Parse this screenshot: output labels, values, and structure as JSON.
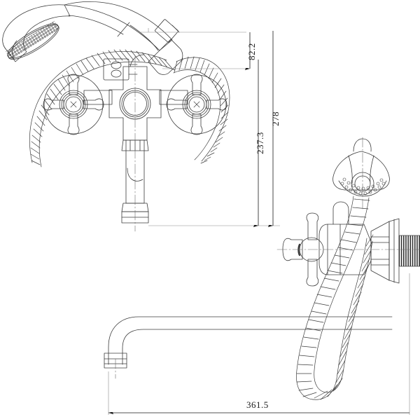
{
  "drawing": {
    "title": "Wall-mounted bath shower mixer tap technical drawing",
    "units": "mm",
    "background_color": "#ffffff",
    "line_color": "#3c3c3c",
    "dimension_color": "#1a1a1a",
    "views": [
      {
        "name": "front-elevation",
        "description": "Front view of bath mixer with two cross handles, diverter, shower handset and coiled hose"
      },
      {
        "name": "side-elevation",
        "description": "Side view of mixer body with wall flange, threaded nipple, cross handle and hose loop"
      }
    ]
  },
  "dimensions": {
    "height_shower_outlet": {
      "value": "82.2",
      "orientation": "vertical"
    },
    "height_body_to_outlet": {
      "value": "237.3",
      "orientation": "vertical"
    },
    "overall_height": {
      "value": "278",
      "orientation": "vertical"
    },
    "overall_width": {
      "value": "361.5",
      "orientation": "horizontal"
    }
  },
  "labels": {
    "d1": "82.2",
    "d2": "237.3",
    "d3": "278",
    "d4": "361.5"
  }
}
